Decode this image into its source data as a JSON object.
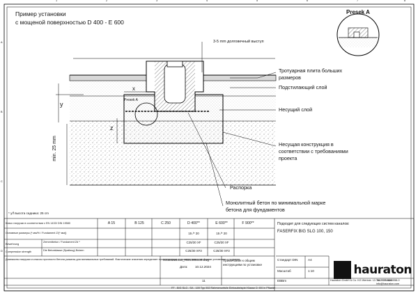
{
  "drawing": {
    "title_line1": "Пример установки",
    "title_line2": "с мощеной поверхностью  D 400 - E 600",
    "section_title": "Presek A",
    "label_section_a": "Presek A",
    "label_y": "y",
    "label_x": "x",
    "label_z": "z",
    "label_min": "min. 25 mm",
    "dim_top": "3-5 mm долговечный выступ",
    "callouts": [
      "Тротуарная плита больших",
      "размеров",
      "Подстилающий слой",
      "Несущий слой",
      "Несущая конструкция в",
      "соответствии с требованиями",
      "проекта",
      "Распорка",
      "Монолитный бетон по минимальной марке",
      "бетона для фундаментов"
    ],
    "note": "* y/f высота садника: 25 cm",
    "frame_top": [
      "1",
      "2",
      "3",
      "4",
      "5",
      "6",
      "7",
      "8"
    ],
    "frame_side": [
      "A",
      "B",
      "C",
      "D"
    ]
  },
  "table": {
    "class_label": "Класс нагрузки в соответствии с EN 1433/ DIN 19580",
    "classes": [
      "A 15",
      "B 125",
      "C 250",
      "D 400**",
      "E 600**",
      "F 900**"
    ],
    "dims_label": "Основные размеры (* мм/% / Fundament Z/(* мм))",
    "dims_d": "15 /* 20",
    "dims_e": "15 /* 20",
    "row3_a": "Zementbeton / Fundament Zd *",
    "row3_b": "Bewehrung",
    "row4_a": "Die Betonklasse (Spaltzug) Bolzen",
    "row4_b": "Compression strength",
    "conc_d1": "C25/30 XF",
    "conc_e1": "C25/30 XF",
    "conc_d2": "C25/30 XF3",
    "conc_e2": "C25/30 XF3",
    "note_block": "Диапазоны нагрузки и классы прочности бетона указаны для минимальных требований. Фактические значения определяет проектировщик в соответствии с местными условиями и нормами.",
    "product_label": "Подходит для следующих систем каналов:",
    "product_name": "FASERFIX BIG SLG  100, 150",
    "doc_no": "00001234416_RUSS00000.dwg",
    "date_label": "Дата:",
    "date": "10.12.2024",
    "page": "11",
    "desc": "Примечания к общим инструкциям по установке",
    "std_label": "Стандарт DIN",
    "std_val": "A4",
    "scale_label": "Масштаб",
    "scale_val": "1:10",
    "version": "EBBm",
    "address": "Hauraton GmbH & Co. KG\nWerkstr. 13\n76437 Rastatt",
    "tel": "Tel. +49 7222 958-0",
    "mail": "info@hauraton.com",
    "bottom_ref": "FF - BIG SLG . SA - 100 Typ 002 Rahmenuntsile Einbaubeispiel Klasse D 400 in Pflaster",
    "logo": "hauraton"
  }
}
